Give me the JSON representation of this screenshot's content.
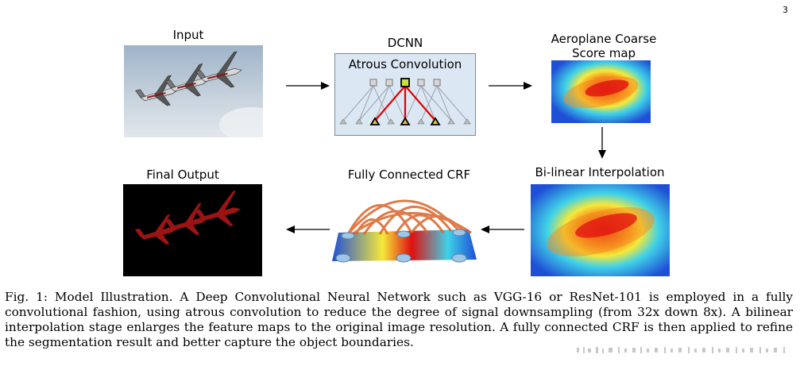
{
  "page_number": "3",
  "labels": {
    "input": "Input",
    "dcnn": "DCNN",
    "atrous": "Atrous Convolution",
    "coarse_line1": "Aeroplane Coarse",
    "coarse_line2": "Score map",
    "bilinear": "Bi-linear Interpolation",
    "crf": "Fully Connected CRF",
    "final": "Final Output"
  },
  "caption": "Fig. 1: Model Illustration. A Deep Convolutional Neural Network such as VGG-16 or ResNet-101 is employed in a fully convolutional fashion, using atrous convolution to reduce the degree of signal downsampling (from 32x down 8x). A bilinear interpolation stage enlarges the feature maps to the original image resolution. A fully connected CRF is then applied to refine the segmentation result and better capture the object boundaries.",
  "colors": {
    "heat_low": "#1f4fd6",
    "heat_mid": "#3fd1e8",
    "heat_hi": "#f5e93a",
    "heat_peak": "#e01010",
    "plane_mask": "#9a1414",
    "atrous_red": "#e00000"
  },
  "icons": {
    "input": "aeroplanes-photo",
    "coarse": "coarse-heatmap",
    "bilinear": "upsampled-heatmap",
    "crf": "crf-graph-illustration",
    "final": "segmentation-mask"
  }
}
